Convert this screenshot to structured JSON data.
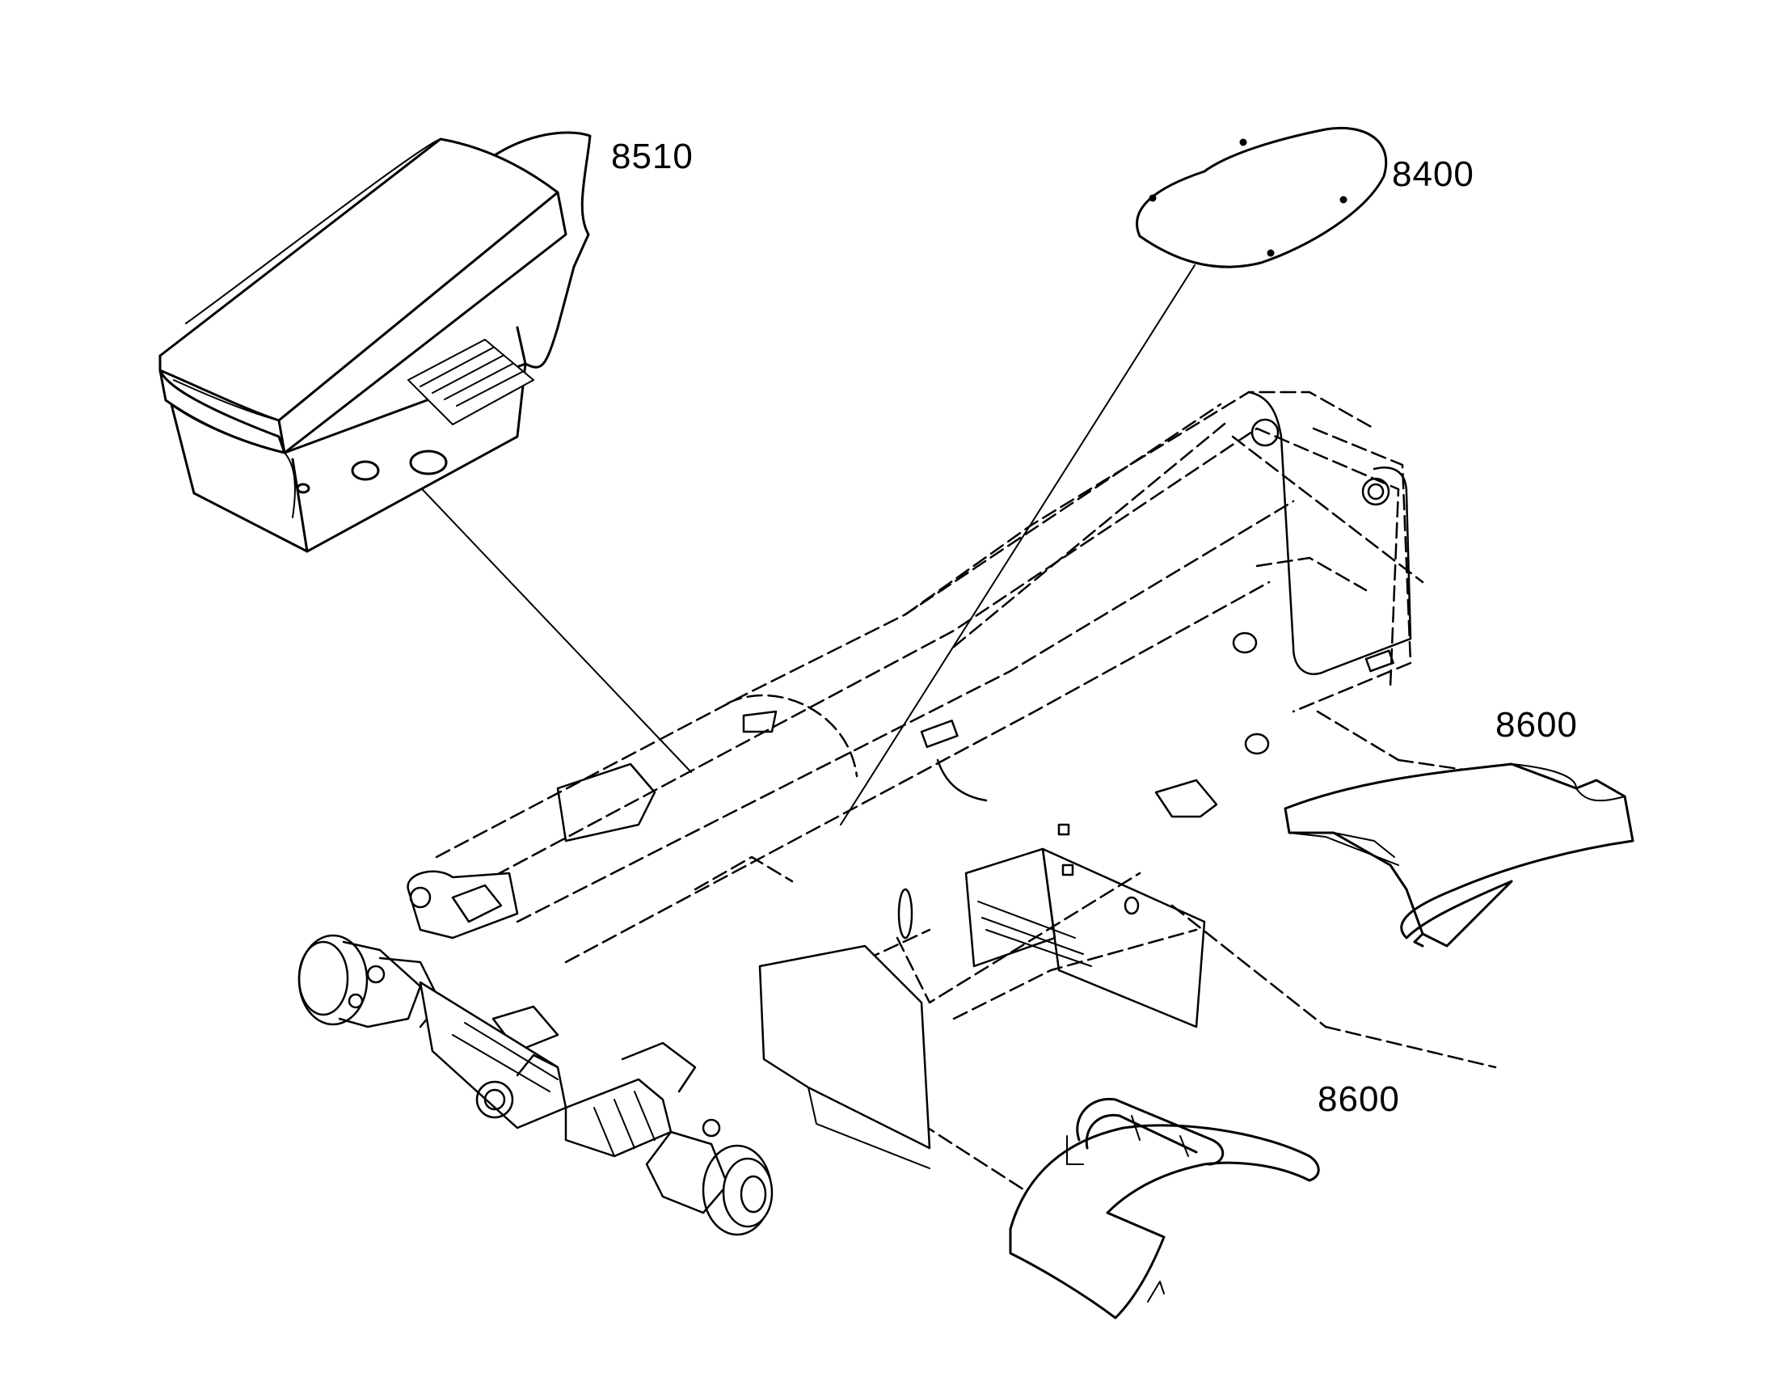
{
  "labels": {
    "seat_cover": "8510",
    "access_plate": "8400",
    "rear_fender": "8600",
    "front_fender": "8600"
  },
  "colors": {
    "line": "#000000",
    "background": "#ffffff",
    "shade": "#eeeeee"
  }
}
